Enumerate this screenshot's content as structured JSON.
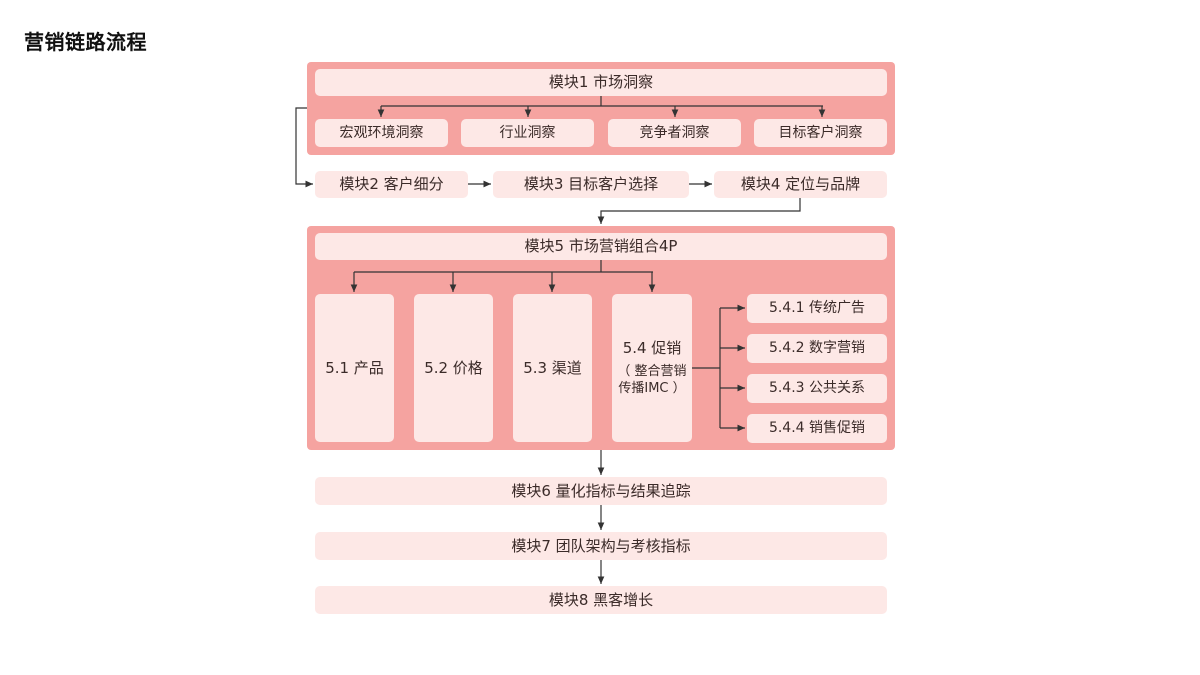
{
  "title": "营销链路流程",
  "module1": {
    "label": "模块1  市场洞察",
    "children": [
      "宏观环境洞察",
      "行业洞察",
      "竞争者洞察",
      "目标客户洞察"
    ]
  },
  "row2": [
    "模块2  客户细分",
    "模块3  目标客户选择",
    "模块4  定位与品牌"
  ],
  "module5": {
    "label": "模块5  市场营销组合4P",
    "children": [
      "5.1  产品",
      "5.2  价格",
      "5.3  渠道"
    ],
    "promo": {
      "line1": "5.4  促销",
      "line2": "（ 整合营销",
      "line3": "传播IMC ）"
    },
    "promo_children": [
      "5.4.1  传统广告",
      "5.4.2  数字营销",
      "5.4.3  公共关系",
      "5.4.4  销售促销"
    ]
  },
  "module6": "模块6  量化指标与结果追踪",
  "module7": "模块7  团队架构与考核指标",
  "module8": "模块8  黑客增长",
  "colors": {
    "group_background": "#f5a3a0",
    "box_fill": "#fde8e6",
    "connector": "#333333",
    "text": "#3b2b29"
  }
}
